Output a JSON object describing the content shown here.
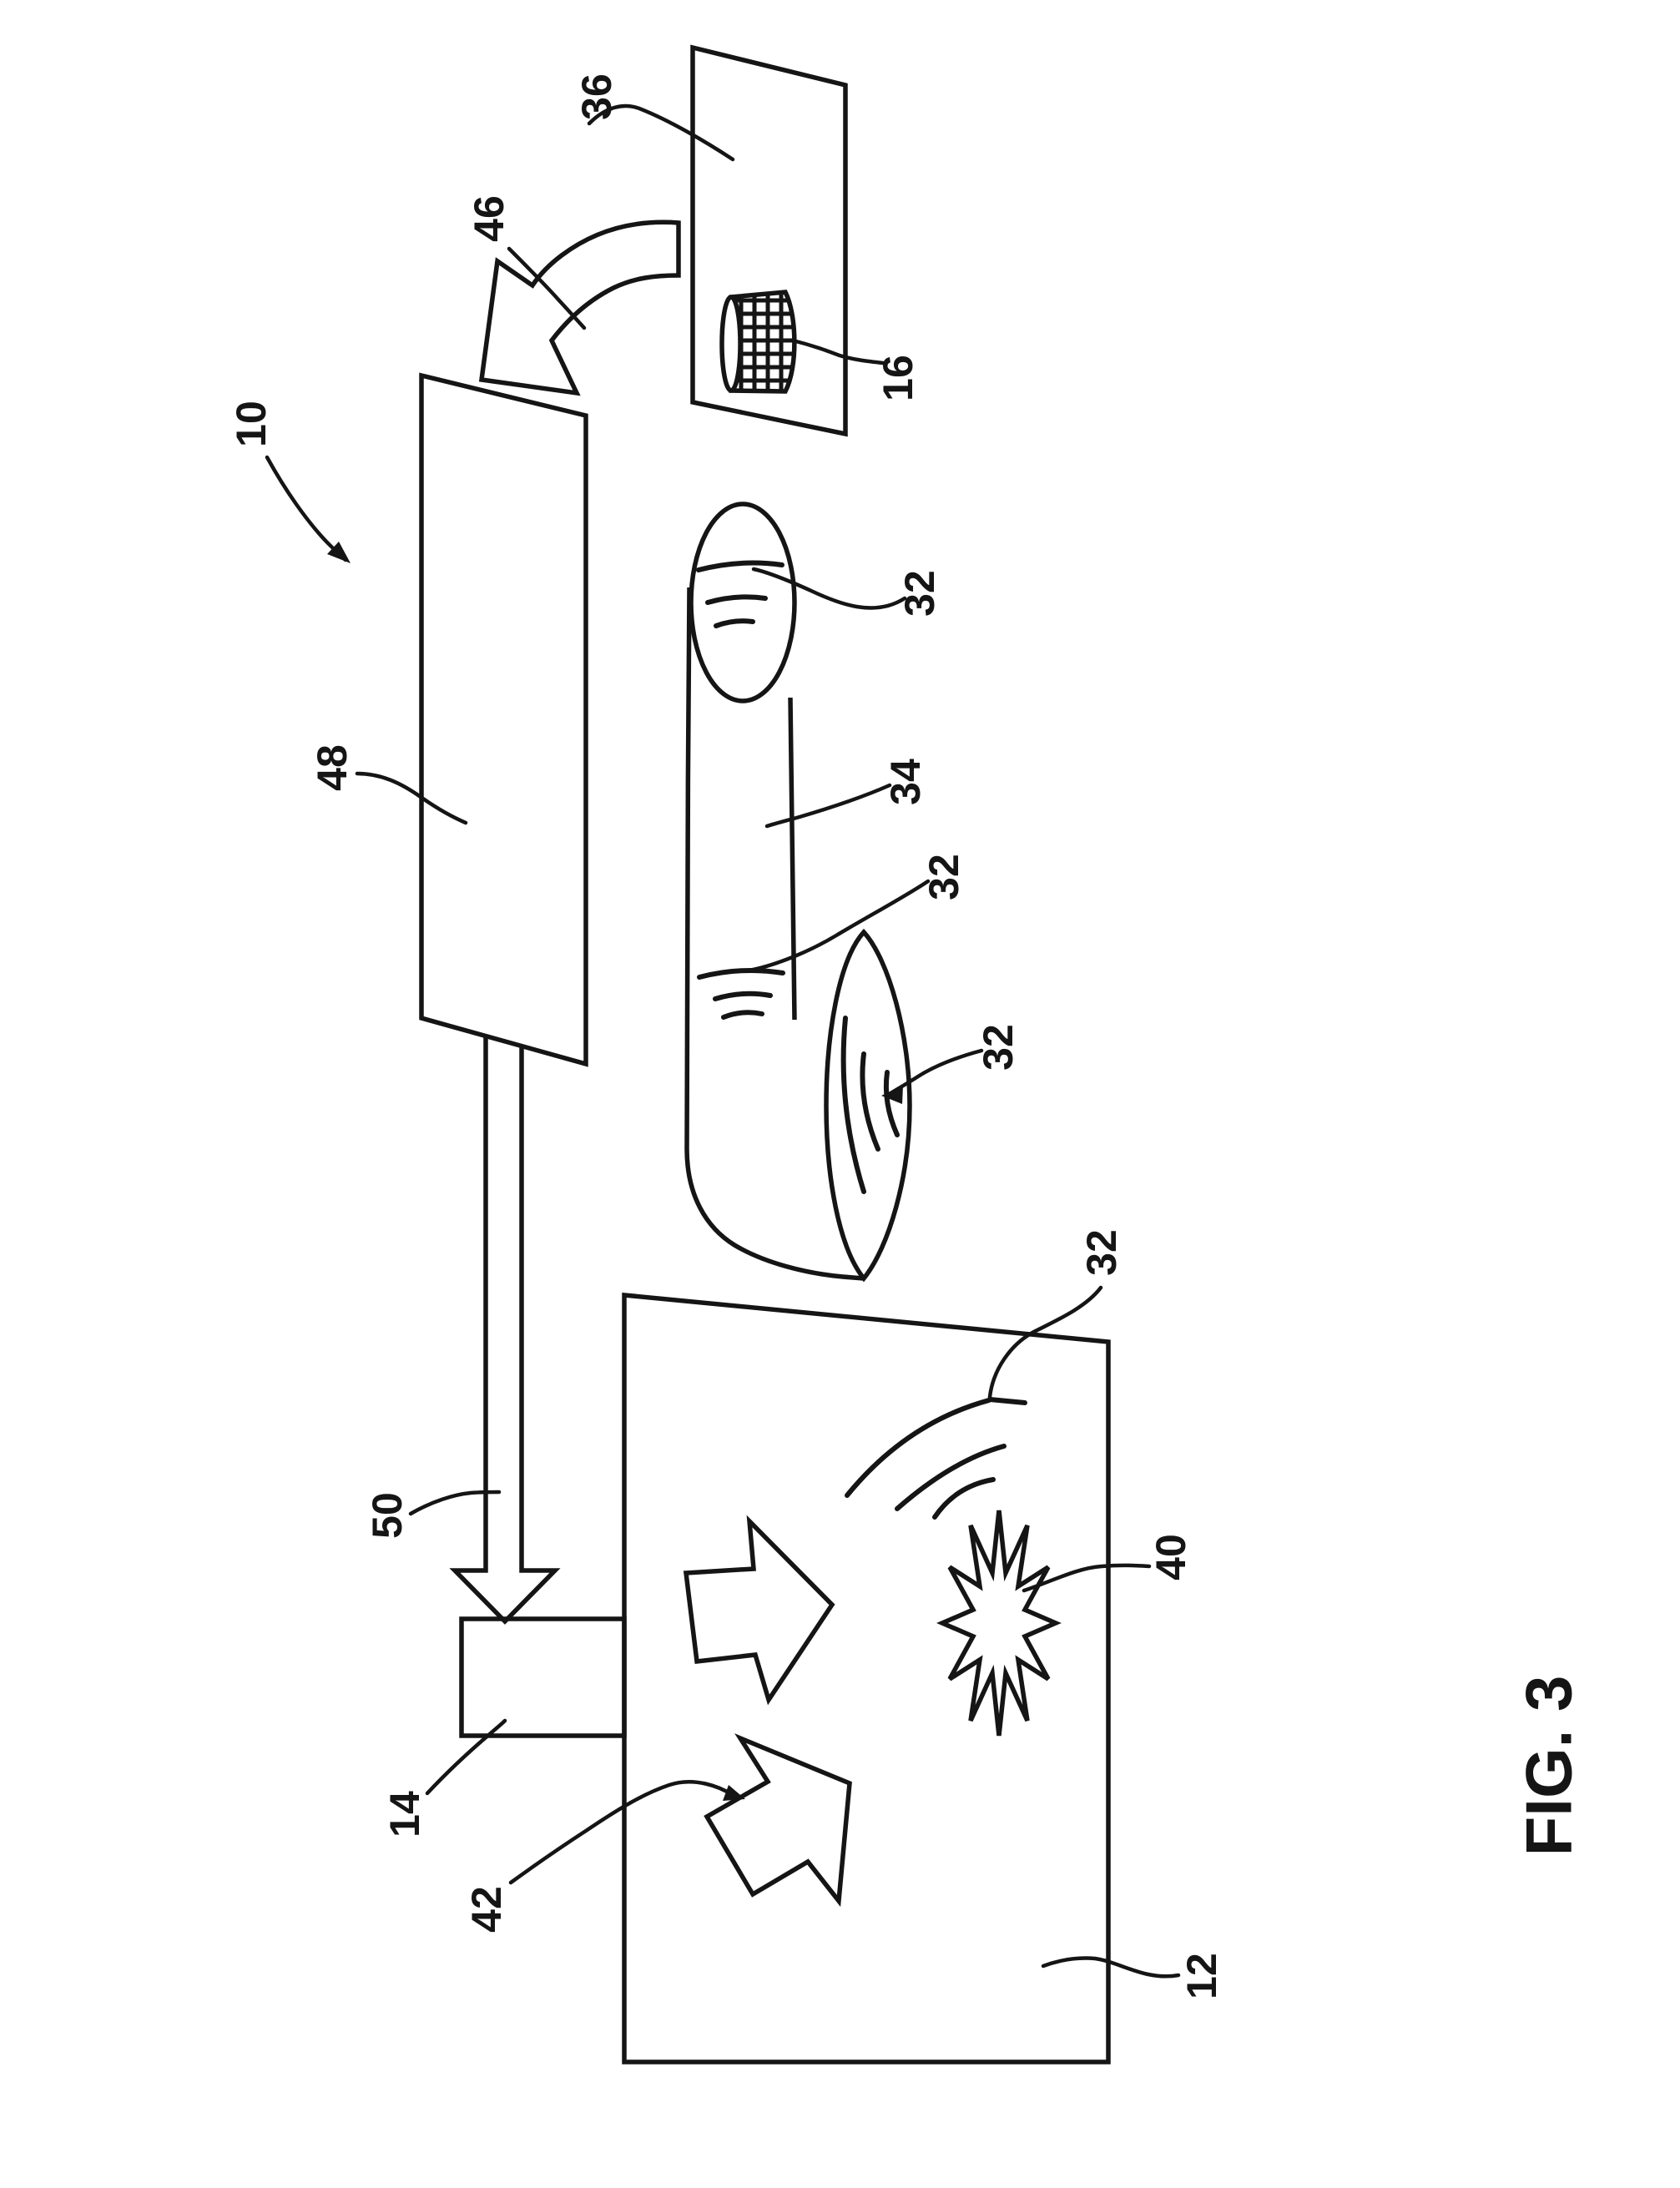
{
  "figure": {
    "caption": "FIG. 3",
    "type": "patent-line-drawing",
    "ink_color": "#151515",
    "background_color": "#ffffff"
  },
  "labels": [
    {
      "ref": "10",
      "text": "10",
      "part": "overall-system-pointer"
    },
    {
      "ref": "36",
      "text": "36",
      "part": "upper-plate"
    },
    {
      "ref": "46",
      "text": "46",
      "part": "curved-transfer-arrow"
    },
    {
      "ref": "16",
      "text": "16",
      "part": "mesh-roll"
    },
    {
      "ref": "48",
      "text": "48",
      "part": "tall-panel"
    },
    {
      "ref": "32",
      "text": "32",
      "part": "fingertip-contact-lines"
    },
    {
      "ref": "34",
      "text": "34",
      "part": "finger"
    },
    {
      "ref": "32",
      "text": "32",
      "part": "mid-finger-contact-lines"
    },
    {
      "ref": "32",
      "text": "32",
      "part": "lens-contact-lines"
    },
    {
      "ref": "32",
      "text": "32",
      "part": "wave-arcs"
    },
    {
      "ref": "50",
      "text": "50",
      "part": "double-line-down-arrow"
    },
    {
      "ref": "14",
      "text": "14",
      "part": "module-box"
    },
    {
      "ref": "42",
      "text": "42",
      "part": "motion-block-arrows"
    },
    {
      "ref": "40",
      "text": "40",
      "part": "impact-starburst"
    },
    {
      "ref": "12",
      "text": "12",
      "part": "base-rectangle"
    }
  ]
}
